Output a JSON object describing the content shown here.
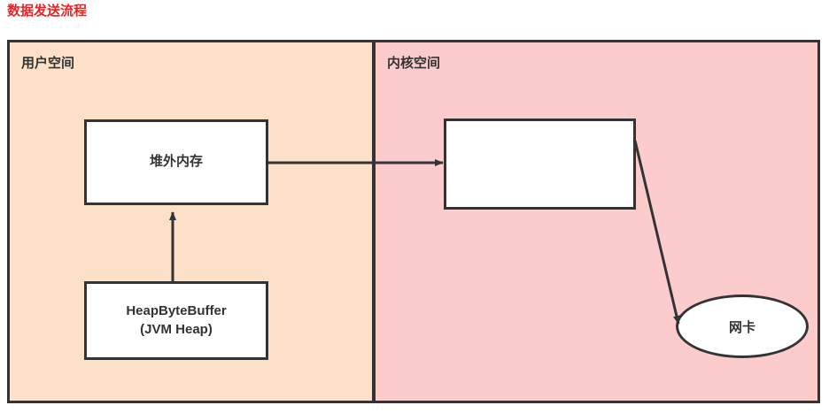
{
  "diagram": {
    "title": "数据发送流程",
    "title_color": "#ee2222",
    "background": "#ffffff",
    "regions": [
      {
        "id": "user-space",
        "label": "用户空间",
        "fill": "#fce0c8",
        "stroke": "#333333"
      },
      {
        "id": "kernel-space",
        "label": "内核空间",
        "fill": "#fccccc",
        "stroke": "#333333"
      }
    ],
    "nodes": [
      {
        "id": "offheap-memory",
        "label": "堆外内存",
        "shape": "rectangle",
        "fill": "#ffffff",
        "stroke": "#333333",
        "region": "user-space"
      },
      {
        "id": "kernel-buffer",
        "label": "",
        "shape": "rectangle",
        "fill": "#ffffff",
        "stroke": "#333333",
        "region": "kernel-space"
      },
      {
        "id": "heap-byte-buffer",
        "label": "HeapByteBuffer\n(JVM Heap)",
        "shape": "rectangle",
        "fill": "#ffffff",
        "stroke": "#333333",
        "region": "user-space"
      },
      {
        "id": "network-card",
        "label": "网卡",
        "shape": "ellipse",
        "fill": "#ffffff",
        "stroke": "#333333",
        "region": "kernel-space"
      }
    ],
    "edges": [
      {
        "id": "heap-to-offheap",
        "from": "heap-byte-buffer",
        "to": "offheap-memory",
        "label": "",
        "direction": "up",
        "stroke": "#333333"
      },
      {
        "id": "offheap-to-kernel",
        "from": "offheap-memory",
        "to": "kernel-buffer",
        "label": "",
        "direction": "right",
        "stroke": "#333333"
      },
      {
        "id": "kernel-to-nic",
        "from": "kernel-buffer",
        "to": "network-card",
        "label": "",
        "direction": "diagonal-down-right",
        "stroke": "#333333"
      }
    ]
  }
}
